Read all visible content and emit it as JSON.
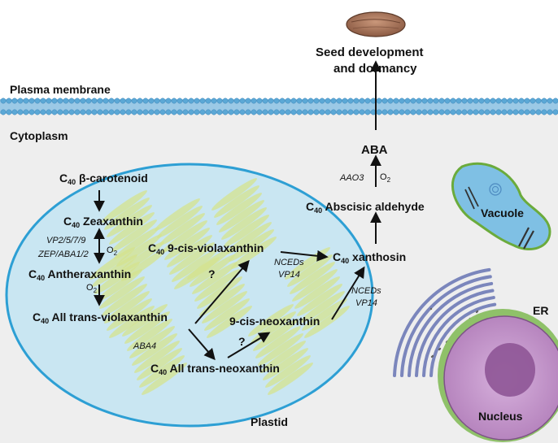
{
  "diagram": {
    "labels": {
      "plasma_membrane": "Plasma membrane",
      "cytoplasm": "Cytoplasm",
      "seed_line1": "Seed development",
      "seed_line2": "and dormancy",
      "aba": "ABA",
      "aao3": "AAO3",
      "o2": "O",
      "o2_sub": "2",
      "c": "C",
      "c_sub": "40",
      "abscisic_aldehyde": "Abscisic aldehyde",
      "xanthosin": "xanthosin",
      "nceds": "NCEDs",
      "vp14": "VP14",
      "beta_carotenoid": "β-carotenoid",
      "zeaxanthin": "Zeaxanthin",
      "vp_genes": "VP2/5/7/9",
      "zep": "ZEP/ABA1/2",
      "antheraxanthin": "Antheraxanthin",
      "all_trans_violaxanthin": "All trans-violaxanthin",
      "nine_cis_violaxanthin": "9-cis-violaxanthin",
      "nine_cis_neoxanthin": "9-cis-neoxanthin",
      "aba4": "ABA4",
      "all_trans_neoxanthin": "All trans-neoxanthin",
      "question": "?",
      "plastid": "Plastid",
      "vacuole": "Vacuole",
      "er": "ER",
      "nucleus": "Nucleus"
    },
    "colors": {
      "background": "#eeeeee",
      "membrane_blue": "#5ba8d6",
      "plastid_fill": "#c9e6f2",
      "plastid_border": "#2d9fd4",
      "thylakoid": "#d4e38e",
      "vacuole_fill": "#7fc0e4",
      "vacuole_border": "#6bab3c",
      "nucleus_fill": "#c89bd0",
      "er_color": "#6673b3",
      "seed_color": "#a2735a"
    }
  }
}
